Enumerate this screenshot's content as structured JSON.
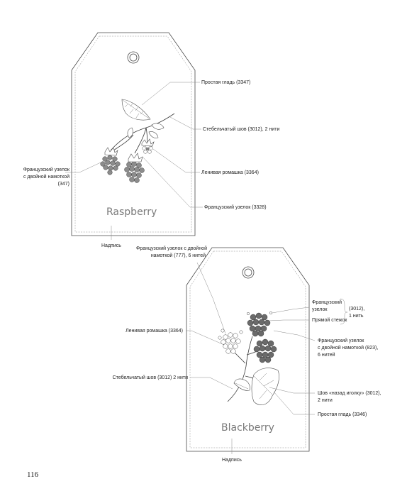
{
  "page_number": "116",
  "tag_raspberry": {
    "title": "Raspberry",
    "labels": {
      "satin": "Простая гладь (3347)",
      "stem": "Стебельчатый шов (3012), 2 нити",
      "lazy_daisy": "Ленивая ромашка (3364)",
      "french_knot": "Французский узелок (3328)",
      "french_double_l1": "Французский узелок",
      "french_double_l2": "с двойной намоткой",
      "french_double_l3": "(347)",
      "inscription": "Надпись"
    }
  },
  "tag_blackberry": {
    "title": "Blackberry",
    "labels": {
      "french_double_top_l1": "Французский узелок с двойной",
      "french_double_top_l2": "намоткой (777), 6 нитей",
      "french_knot_l1": "Французский",
      "french_knot_l2": "узелок",
      "straight": "Прямой стежок",
      "code_l1": "(3012),",
      "code_l2": "1 нить",
      "lazy_daisy": "Ленивая ромашка (3364)",
      "french_double_r1": "Французский узелок",
      "french_double_r2": "с двойной намоткой (823),",
      "french_double_r3": "6 нитей",
      "stem": "Стебельчатый шов (3012) 2 нити",
      "backstitch_l1": "Шов «назад иголку» (3012),",
      "backstitch_l2": "2 нити",
      "satin": "Простая гладь (3346)",
      "inscription": "Надпись"
    }
  }
}
